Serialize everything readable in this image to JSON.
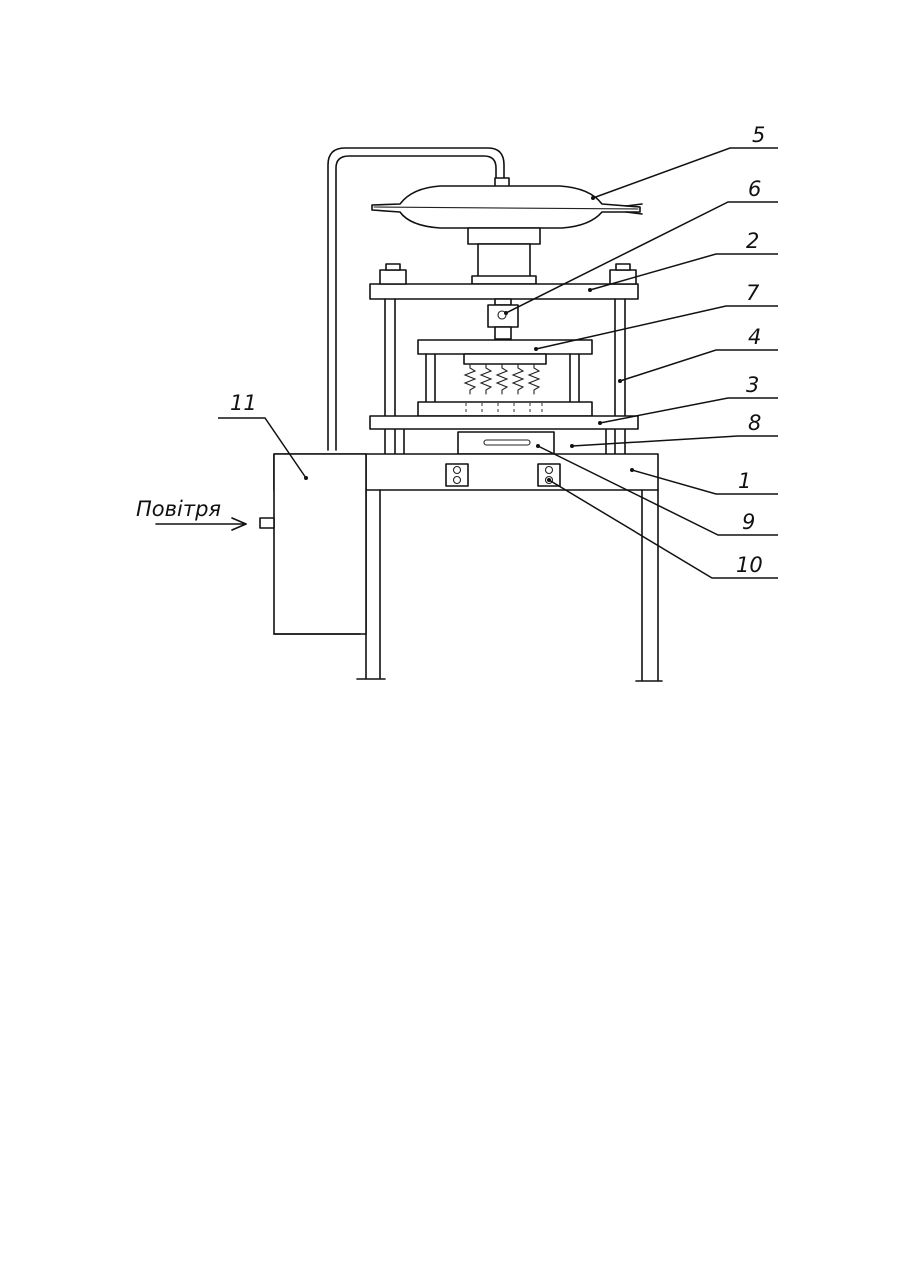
{
  "labels": {
    "l1": "1",
    "l2": "2",
    "l3": "3",
    "l4": "4",
    "l5": "5",
    "l6": "6",
    "l7": "7",
    "l8": "8",
    "l9": "9",
    "l10": "10",
    "l11": "11"
  },
  "air_label": "Повітря"
}
